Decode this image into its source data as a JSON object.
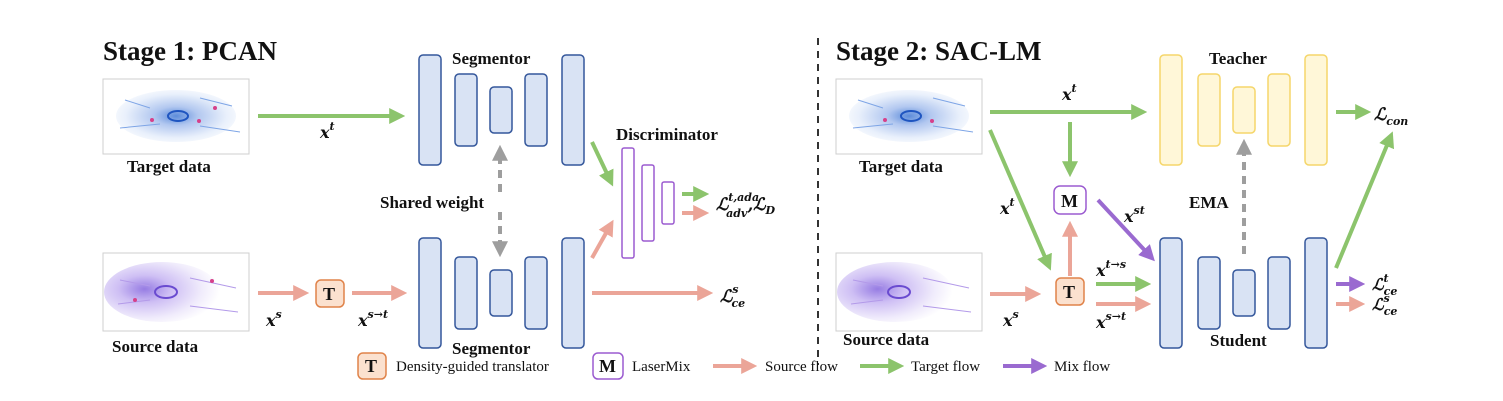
{
  "stage1": {
    "title": "Stage 1: PCAN",
    "target_label": "Target data",
    "source_label": "Source data",
    "segmentor_top": "Segmentor",
    "segmentor_bottom": "Segmentor",
    "shared_weight": "Shared weight",
    "discriminator": "Discriminator",
    "x_t": "x",
    "x_t_sup": "t",
    "x_s": "x",
    "x_s_sup": "s",
    "x_s2t": "x",
    "x_s2t_sup": "s→t",
    "loss_adv_main": "ℒ",
    "loss_adv_sup": "t,ada",
    "loss_adv_sub": "adv",
    "loss_d": ",ℒ",
    "loss_d_sub": "D",
    "loss_ce_main": "ℒ",
    "loss_ce_sup": "s",
    "loss_ce_sub": "ce"
  },
  "stage2": {
    "title": "Stage 2: SAC-LM",
    "target_label": "Target data",
    "source_label": "Source data",
    "teacher": "Teacher",
    "student": "Student",
    "ema": "EMA",
    "x_t_top": "x",
    "x_t_top_sup": "t",
    "x_t_left": "x",
    "x_t_left_sup": "t",
    "x_st": "x",
    "x_st_sup": "st",
    "x_t2s": "x",
    "x_t2s_sup": "t→s",
    "x_s2t": "x",
    "x_s2t_sup": "s→t",
    "x_s": "x",
    "x_s_sup": "s",
    "loss_con_main": "ℒ",
    "loss_con_sub": "con",
    "loss_ce_t_main": "ℒ",
    "loss_ce_t_sup": "t",
    "loss_ce_t_sub": "ce",
    "loss_ce_s_main": "ℒ",
    "loss_ce_s_sup": "s",
    "loss_ce_s_sub": "ce"
  },
  "boxes": {
    "translator": "T",
    "mixer": "M"
  },
  "legend": {
    "translator_box": "T",
    "translator_label": "Density-guided translator",
    "mixer_box": "M",
    "mixer_label": "LaserMix",
    "source_flow": "Source flow",
    "target_flow": "Target flow",
    "mix_flow": "Mix flow"
  },
  "colors": {
    "source_flow": "#eba598",
    "target_flow": "#8cc46c",
    "mix_flow": "#9a6ad0",
    "segmentor_fill": "#d9e3f4",
    "segmentor_stroke": "#34579b",
    "teacher_fill": "#fff7d8",
    "teacher_stroke": "#f5d66a",
    "discriminator_stroke": "#9b5bd0",
    "translator_fill": "#fbe1cf",
    "translator_stroke": "#e0834a",
    "ema_arrow": "#9e9e9e"
  }
}
